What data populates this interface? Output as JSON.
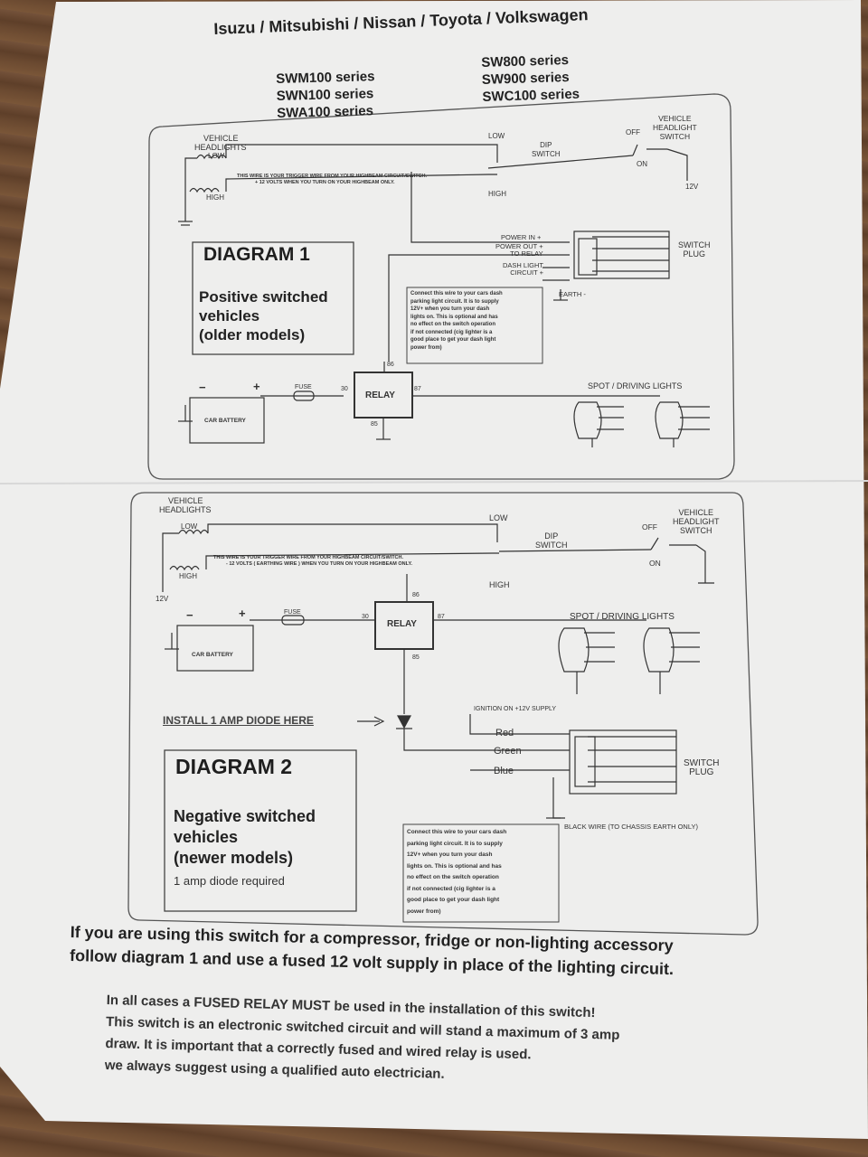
{
  "header": {
    "brands": "Isuzu / Mitsubishi / Nissan / Toyota / Volkswagen",
    "series_left": [
      "SWM100 series",
      "SWN100 series",
      "SWA100 series"
    ],
    "series_right": [
      "SW800 series",
      "SW900 series",
      "SWC100 series"
    ]
  },
  "diagram1": {
    "title": "DIAGRAM 1",
    "subtitle": [
      "Positive switched",
      "vehicles",
      "(older models)"
    ],
    "vehicle_headlights": [
      "VEHICLE",
      "HEADLIGHTS"
    ],
    "low": "LOW",
    "high": "HIGH",
    "low_top": "LOW",
    "high_bottom": "HIGH",
    "dip_switch": [
      "DIP",
      "SWITCH"
    ],
    "off": "OFF",
    "on": "ON",
    "headlight_switch": [
      "VEHICLE",
      "HEADLIGHT",
      "SWITCH"
    ],
    "twelve_v": "12V",
    "trigger_note": [
      "THIS WIRE IS YOUR TRIGGER WIRE FROM YOUR HIGHBEAM CIRCUIT/SWITCH.",
      "+ 12 VOLTS WHEN YOU TURN ON YOUR HIGHBEAM ONLY."
    ],
    "power_in": "POWER IN +",
    "power_out": [
      "POWER OUT +",
      "TO RELAY"
    ],
    "dash_light": [
      "DASH LIGHT",
      "CIRCUIT +"
    ],
    "earth": "EARTH -",
    "switch_plug": [
      "SWITCH",
      "PLUG"
    ],
    "dash_note": [
      "Connect this wire to your cars dash",
      "parking light circuit. It is to supply",
      "12V+ when you turn your dash",
      "lights on. This is optional and has",
      "no effect on the switch operation",
      "if not connected (cig lighter is a",
      "good place to get your dash light",
      "power from)"
    ],
    "relay": "RELAY",
    "pin86": "86",
    "pin30": "30",
    "pin87": "87",
    "pin85": "85",
    "fuse": "FUSE",
    "battery": "CAR BATTERY",
    "minus": "−",
    "plus": "+",
    "spot": "SPOT / DRIVING LIGHTS"
  },
  "diagram2": {
    "title": "DIAGRAM 2",
    "subtitle": [
      "Negative switched",
      "vehicles",
      "(newer models)"
    ],
    "diode_req": "1 amp diode required",
    "vehicle_headlights": [
      "VEHICLE",
      "HEADLIGHTS"
    ],
    "low": "LOW",
    "high": "HIGH",
    "low_top": "LOW",
    "high_bottom": "HIGH",
    "dip_switch": [
      "DIP",
      "SWITCH"
    ],
    "off": "OFF",
    "on": "ON",
    "headlight_switch": [
      "VEHICLE",
      "HEADLIGHT",
      "SWITCH"
    ],
    "twelve_v": "12V",
    "trigger_note": [
      "THIS WIRE IS YOUR TRIGGER WIRE FROM YOUR HIGHBEAM CIRCUIT/SWITCH.",
      "- 12 VOLTS ( EARTHING WIRE ) WHEN YOU TURN ON YOUR HIGHBEAM ONLY."
    ],
    "relay": "RELAY",
    "pin86": "86",
    "pin30": "30",
    "pin87": "87",
    "pin85": "85",
    "fuse": "FUSE",
    "battery": "CAR BATTERY",
    "minus": "−",
    "plus": "+",
    "spot": "SPOT / DRIVING LIGHTS",
    "diode_note": "INSTALL 1 AMP DIODE HERE",
    "ignition": "IGNITION ON +12V SUPPLY",
    "red": "Red",
    "green": "Green",
    "blue": "Blue",
    "switch_plug": [
      "SWITCH",
      "PLUG"
    ],
    "black_wire": "BLACK WIRE  (TO CHASSIS EARTH ONLY)",
    "dash_note": [
      "Connect this wire to your cars dash",
      "parking light circuit. It is to supply",
      "12V+ when you turn your dash",
      "lights on. This is optional and has",
      "no effect on the switch operation",
      "if not connected (cig lighter is a",
      "good place to get your dash light",
      "power from)"
    ]
  },
  "footer": {
    "main": [
      "If you are using this switch for a compressor, fridge or non-lighting accessory",
      "follow diagram 1 and use a fused 12 volt supply in place of the lighting circuit."
    ],
    "warning": [
      "In all cases a FUSED RELAY MUST be used in the installation of this switch!",
      "This switch is an electronic switched circuit and will stand a maximum of 3 amp",
      "draw. It is important that a correctly fused and wired relay is used.",
      "we always suggest using a qualified auto electrician."
    ]
  }
}
